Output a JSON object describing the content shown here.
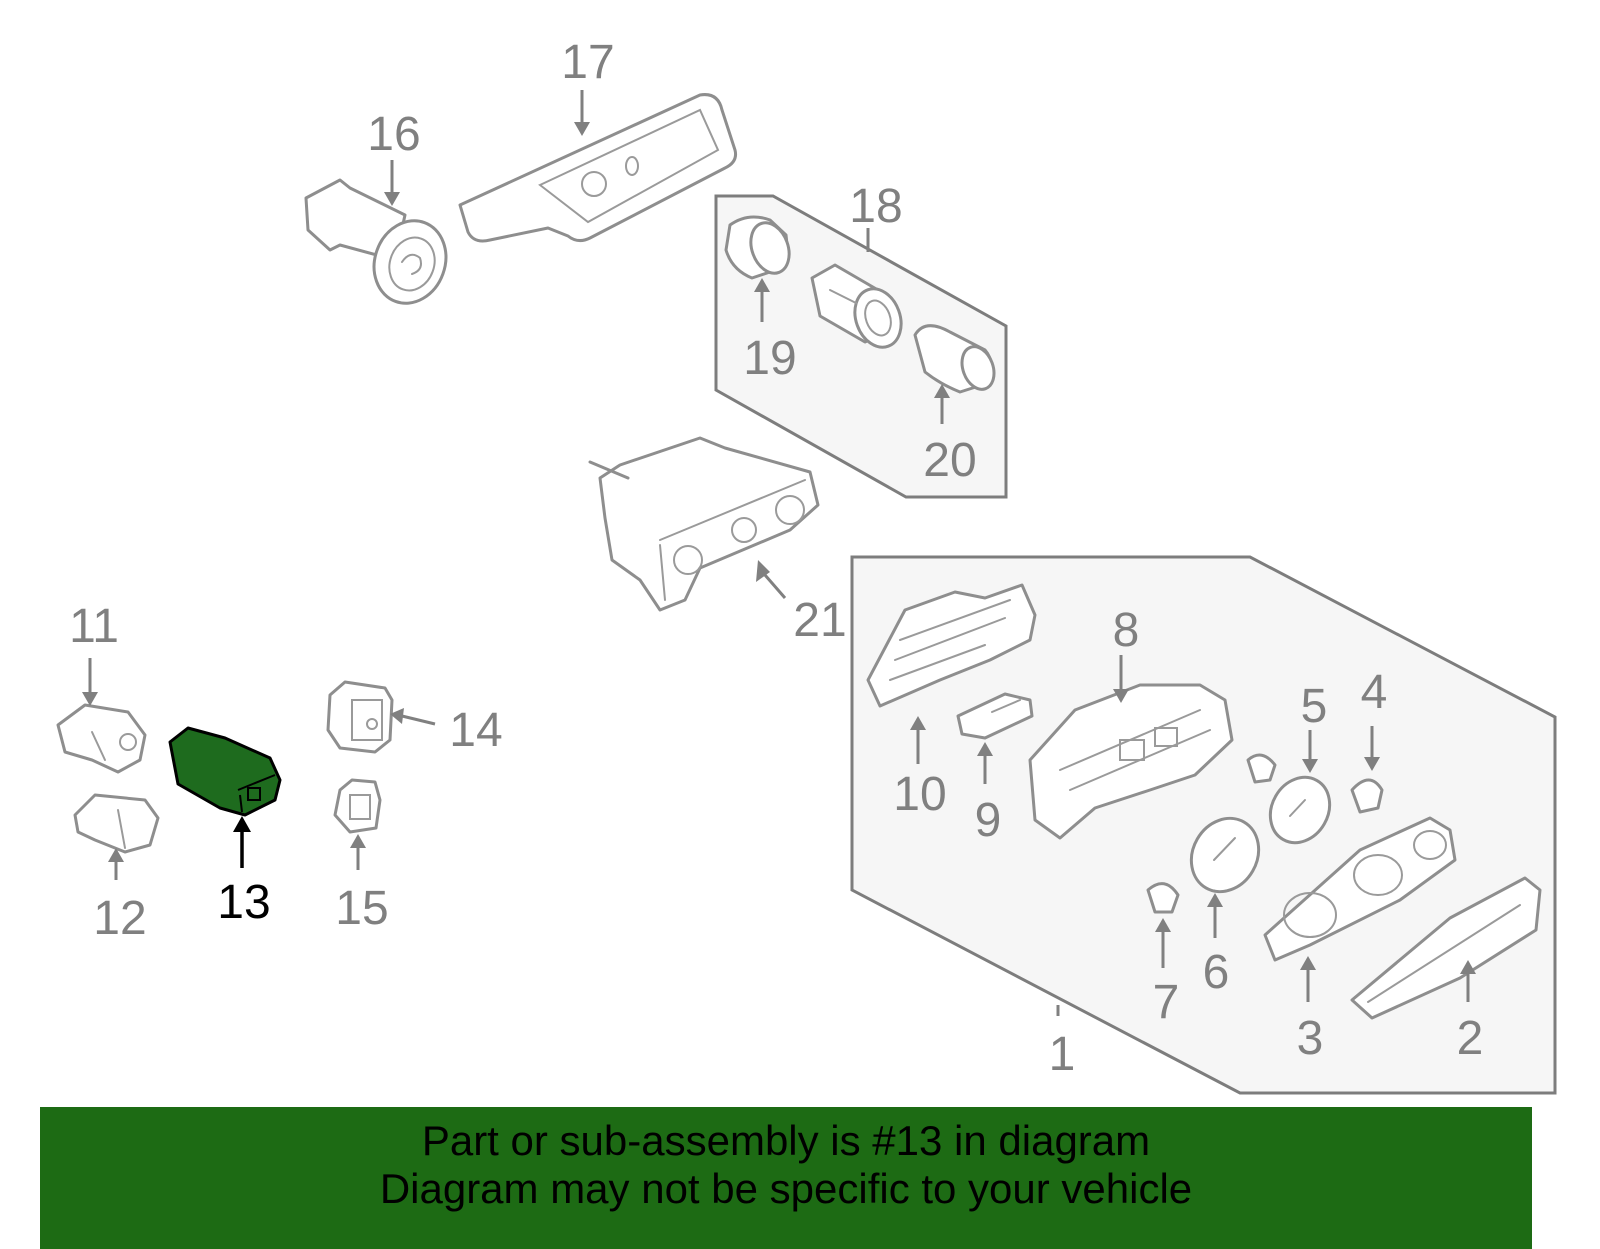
{
  "labels": {
    "l1": "1",
    "l2": "2",
    "l3": "3",
    "l4": "4",
    "l5": "5",
    "l6": "6",
    "l7": "7",
    "l8": "8",
    "l9": "9",
    "l10": "10",
    "l11": "11",
    "l12": "12",
    "l13": "13",
    "l14": "14",
    "l15": "15",
    "l16": "16",
    "l17": "17",
    "l18": "18",
    "l19": "19",
    "l20": "20",
    "l21": "21"
  },
  "highlighted_part": "13",
  "colors": {
    "highlight_fill": "#1e6b1e",
    "banner_background": "#1d6b14",
    "part_outline": "#8e8e8e"
  },
  "banner": {
    "line1": "Part or sub-assembly is #13 in diagram",
    "line2": "Diagram may not be specific to your vehicle"
  }
}
